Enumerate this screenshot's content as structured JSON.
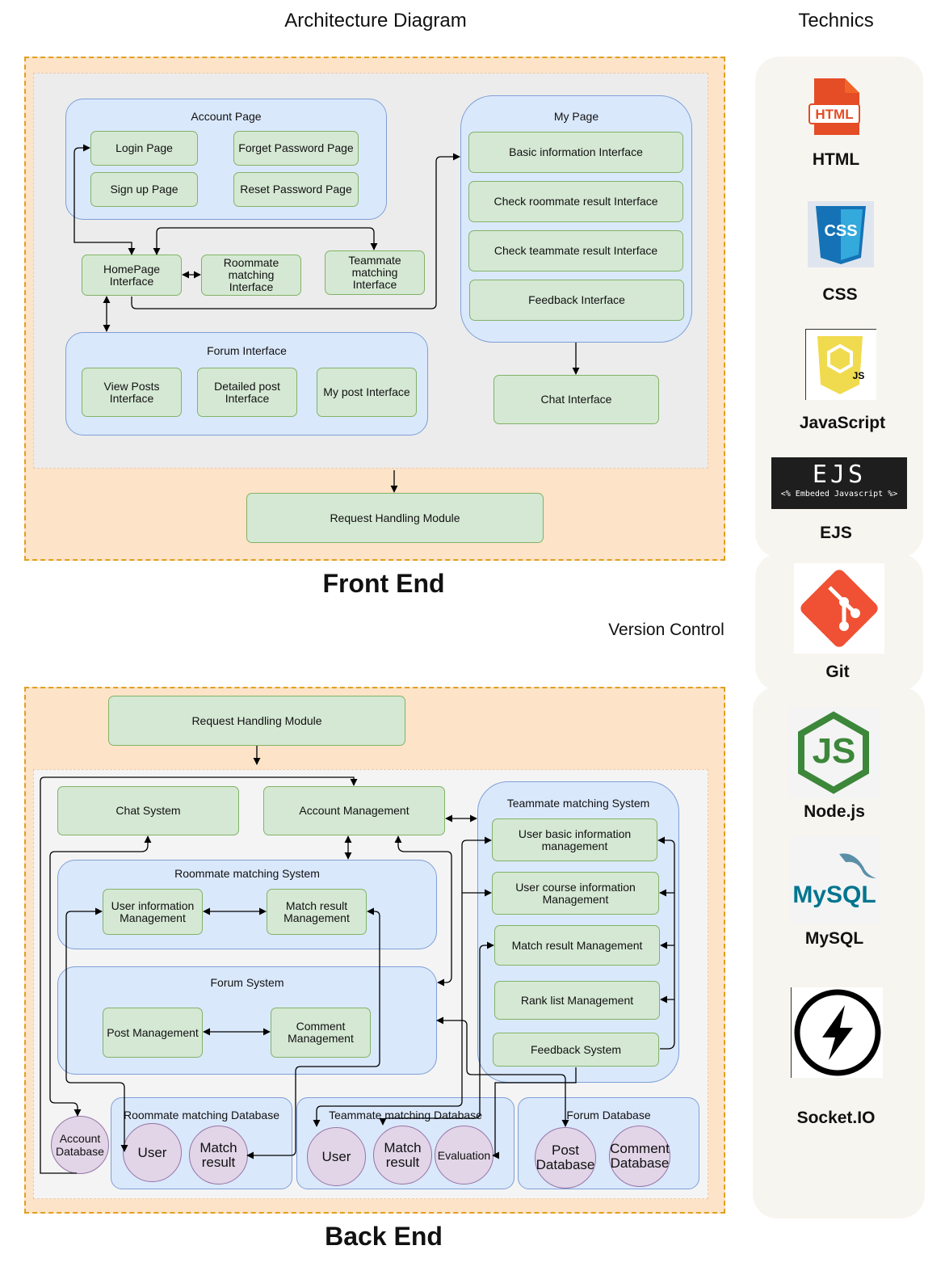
{
  "titles": {
    "architecture": "Architecture Diagram",
    "technics": "Technics",
    "front_end": "Front End",
    "back_end": "Back End",
    "version_control": "Version Control"
  },
  "front": {
    "account_page": {
      "label": "Account Page",
      "login": "Login Page",
      "forget": "Forget Password Page",
      "signup": "Sign up Page",
      "reset": "Reset Password Page"
    },
    "my_page": {
      "label": "My Page",
      "basic": "Basic information Interface",
      "roommate": "Check roommate result Interface",
      "teammate": "Check teammate result Interface",
      "feedback": "Feedback Interface"
    },
    "homepage": "HomePage Interface",
    "roommate_matching": "Roommate matching Interface",
    "teammate_matching": "Teammate matching Interface",
    "forum": {
      "label": "Forum Interface",
      "view": "View Posts Interface",
      "detailed": "Detailed post Interface",
      "mypost": "My post Interface"
    },
    "chat": "Chat Interface",
    "request": "Request Handling Module"
  },
  "back": {
    "request": "Request Handling Module",
    "chat": "Chat System",
    "account_mgmt": "Account Management",
    "roommate_system": {
      "label": "Roommate matching System",
      "user_info": "User information Management",
      "match_result": "Match result Management"
    },
    "forum_system": {
      "label": "Forum System",
      "post": "Post Management",
      "comment": "Comment Management"
    },
    "teammate_system": {
      "label": "Teammate matching System",
      "basic": "User basic information management",
      "course": "User course information Management",
      "match": "Match result Management",
      "rank": "Rank list Management",
      "feedback": "Feedback System"
    },
    "account_db": "Account Database",
    "roommate_db": {
      "label": "Roommate matching Database",
      "user": "User",
      "match": "Match result"
    },
    "teammate_db": {
      "label": "Teammate matching Database",
      "user": "User",
      "match": "Match result",
      "eval": "Evaluation"
    },
    "forum_db": {
      "label": "Forum Database",
      "post": "Post Database",
      "comment": "Comment Database"
    }
  },
  "tech": {
    "html": "HTML",
    "html_badge": "HTML",
    "css": "CSS",
    "css_badge": "CSS",
    "js": "JavaScript",
    "js_badge": "JS",
    "ejs": "EJS",
    "ejs_logo": "EJS",
    "ejs_sub": "<% Embeded Javascript %>",
    "git": "Git",
    "node": "Node.js",
    "node_logo": "JS",
    "mysql": "MySQL",
    "mysql_logo": "MySQL",
    "socket": "Socket.IO"
  },
  "colors": {
    "outer_fill": "#fde3c8",
    "outer_border": "#e0a020",
    "group_fill": "#dae8fc",
    "box_fill": "#d5e8d4",
    "db_fill": "#e1d5e7",
    "html_orange": "#e44d26",
    "css_blue": "#1572b6",
    "js_yellow": "#f0db4f",
    "git_red": "#f05033",
    "node_green": "#3c873a",
    "mysql_blue": "#00758f"
  }
}
